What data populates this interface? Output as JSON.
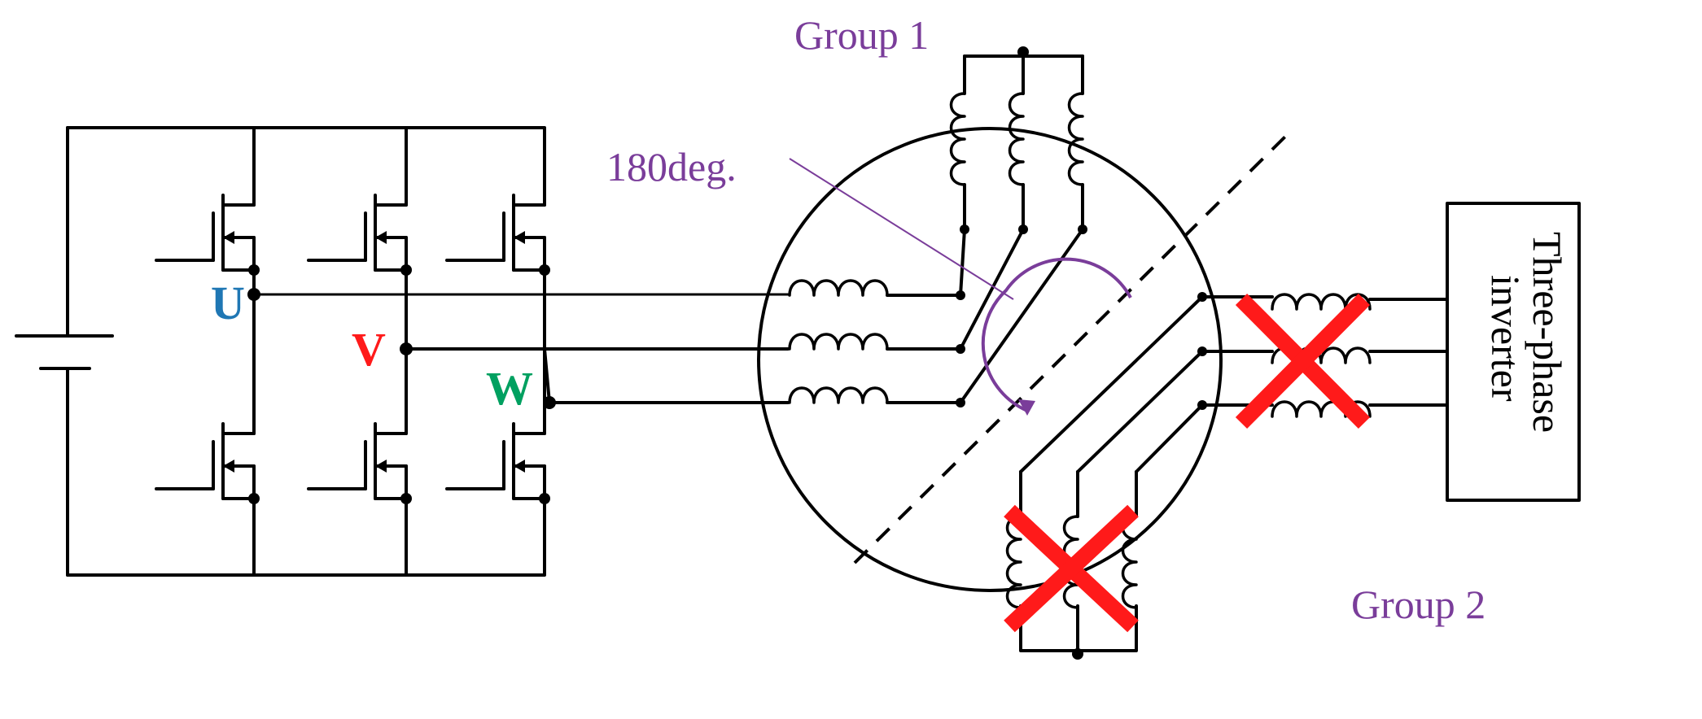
{
  "phases": {
    "u": {
      "label": "U",
      "color": "#1f77b4"
    },
    "v": {
      "label": "V",
      "color": "#ff1a1a"
    },
    "w": {
      "label": "W",
      "color": "#00a060"
    }
  },
  "motor": {
    "group1_label": "Group 1",
    "group2_label": "Group 2",
    "angle_label": "180deg.",
    "accent_color": "#7a3d9a"
  },
  "inverter": {
    "label_line1": "Three-phase",
    "label_line2": "inverter"
  },
  "fault_mark": {
    "color": "#ff1a1a",
    "icon": "red-x-disabled"
  }
}
